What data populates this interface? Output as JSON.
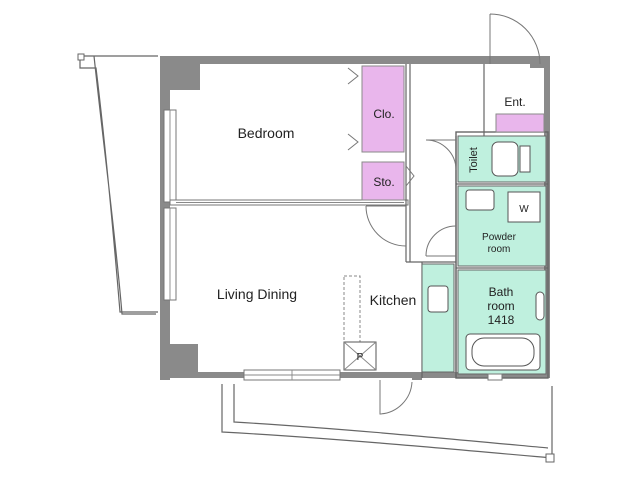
{
  "rooms": {
    "bedroom": "Bedroom",
    "closet": "Clo.",
    "storage": "Sto.",
    "entrance": "Ent.",
    "toilet": "Toilet",
    "powder_room_line1": "Powder",
    "powder_room_line2": "room",
    "washer": "W",
    "living_dining": "Living Dining",
    "kitchen": "Kitchen",
    "bathroom_line1": "Bath",
    "bathroom_line2": "room",
    "bathroom_size": "1418",
    "pipe_space": "P"
  },
  "colors": {
    "wall": "#8a8a8a",
    "closet": "#e9b6ec",
    "wet_area": "#bff0de",
    "line": "#666666"
  }
}
